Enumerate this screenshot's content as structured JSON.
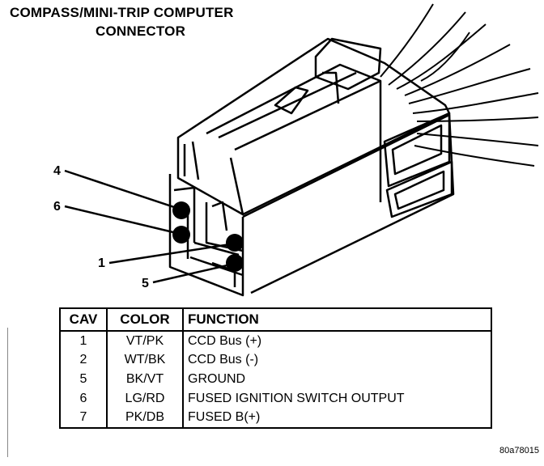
{
  "title": {
    "line1": "COMPASS/MINI-TRIP COMPUTER",
    "line2": "CONNECTOR"
  },
  "pin_labels": {
    "pin4": "4",
    "pin6": "6",
    "pin1": "1",
    "pin5": "5"
  },
  "table": {
    "headers": [
      "CAV",
      "COLOR",
      "FUNCTION"
    ],
    "rows": [
      [
        "1",
        "VT/PK",
        "CCD Bus (+)"
      ],
      [
        "2",
        "WT/BK",
        "CCD Bus (-)"
      ],
      [
        "5",
        "BK/VT",
        "GROUND"
      ],
      [
        "6",
        "LG/RD",
        "FUSED IGNITION SWITCH OUTPUT"
      ],
      [
        "7",
        "PK/DB",
        "FUSED B(+)"
      ]
    ]
  },
  "figure_code": "80a78015",
  "colors": {
    "ink": "#000000",
    "paper": "#ffffff"
  }
}
